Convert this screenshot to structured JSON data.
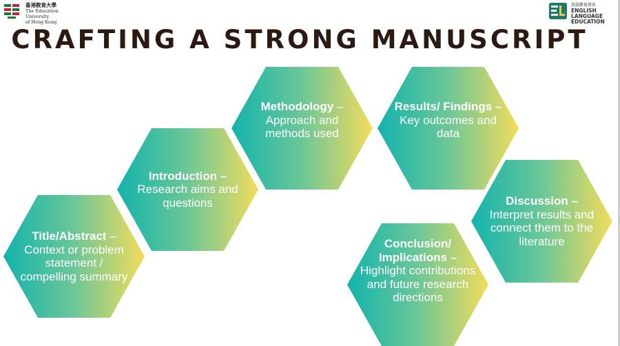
{
  "logos": {
    "left": {
      "line1": "香港教育大學",
      "line2": "The Education University",
      "line3": "of Hong Kong"
    },
    "right": {
      "line1": "英語教育學系",
      "line2": "ENGLISH LANGUAGE",
      "line3": "EDUCATION"
    }
  },
  "title": "CRAFTING A STRONG MANUSCRIPT",
  "colors": {
    "hex_start": "#12b3ad",
    "hex_end": "#f3dc5b",
    "title": "#2b1a12",
    "text": "#ffffff"
  },
  "steps": [
    {
      "heading": "Title/Abstract",
      "body": " – Context or problem statement / compelling summary"
    },
    {
      "heading": "Introduction –",
      "body": " Research aims and questions"
    },
    {
      "heading": "Methodology",
      "body": " – Approach and methods used"
    },
    {
      "heading": "Results/ Findings –",
      "body": " Key outcomes and data"
    },
    {
      "heading": "Discussion –",
      "body": " Interpret results and connect them to the literature"
    },
    {
      "heading": "Conclusion/ Implications –",
      "body": " Highlight contributions and future research directions"
    }
  ]
}
